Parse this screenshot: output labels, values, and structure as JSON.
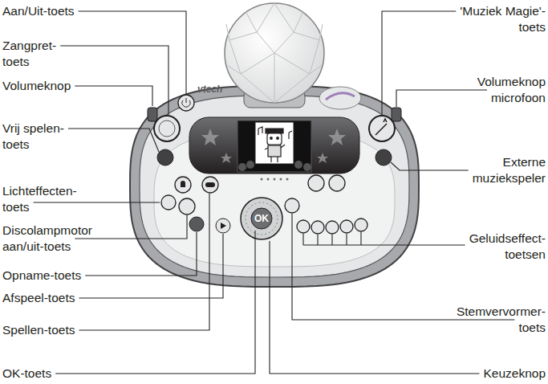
{
  "diagram": {
    "labels": [
      "Aan/Uit-toets",
      "Zangpret- toets",
      "Volumeknop",
      "Vrij spelen- toets",
      "Lichteffecten- toets",
      "Discolampmotor aan/uit-toets",
      "Opname-toets",
      "Afspeel-toets",
      "Spellen-toets",
      "OK-toets",
      "'Muziek Magie'- toets",
      "Volumeknop microfoon",
      "Externe muziekspeler",
      "Geluidseffect- toetsen",
      "Stemvervormer- toets",
      "Keuzeknop",
      "vtech",
      "OK"
    ]
  }
}
